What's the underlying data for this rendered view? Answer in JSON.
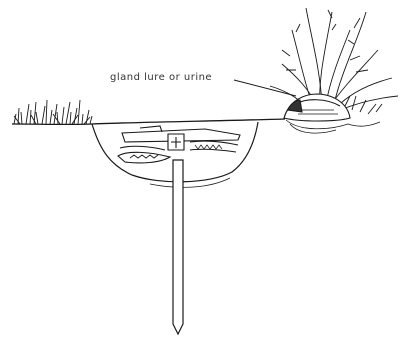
{
  "diagram": {
    "label": "gland lure or urine",
    "colors": {
      "ink": "#1a1a1a",
      "paper": "#ffffff"
    },
    "parts": [
      "ground-line",
      "dirt-hole",
      "buried-trap",
      "trap-stake",
      "left-grass-tuft",
      "right-grass-clump",
      "lure-rock"
    ]
  }
}
